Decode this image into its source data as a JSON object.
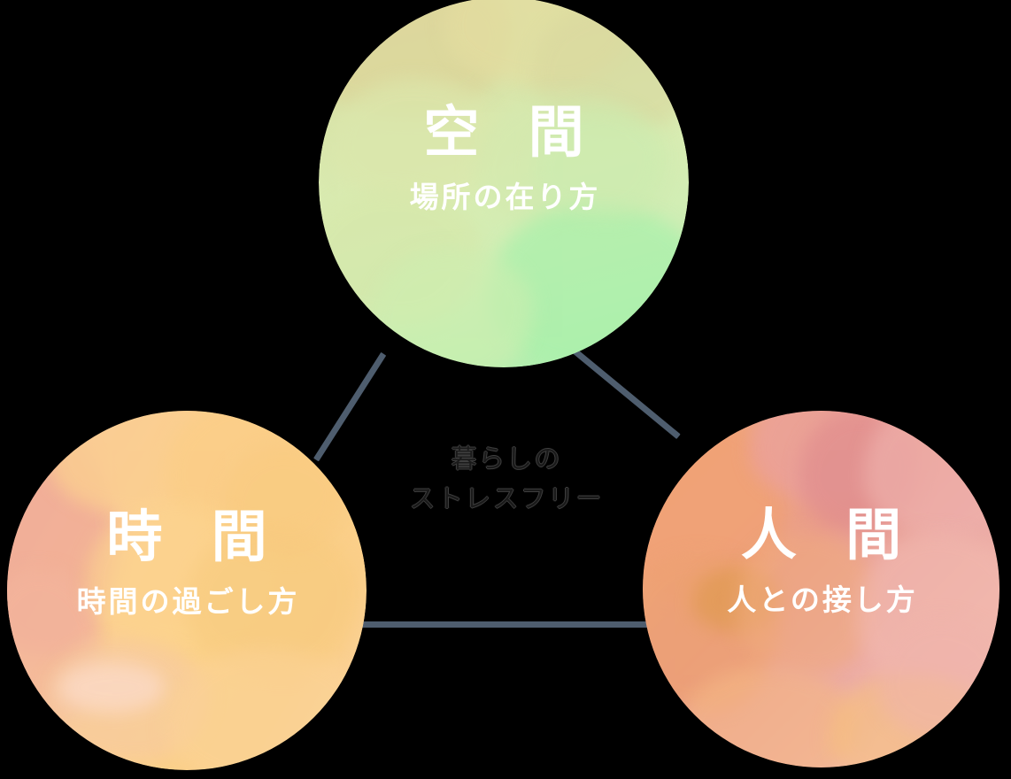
{
  "diagram": {
    "background_color": "#000000",
    "connector_color": "#4e5d6e",
    "center_caption": {
      "line1": "暮らしの",
      "line2": "ストレスフリー"
    },
    "nodes": [
      {
        "id": "space",
        "title": "空 間",
        "subtitle": "場所の在り方",
        "accent_color": "#cfe8a8",
        "text_color": "#ffffff",
        "position": "top"
      },
      {
        "id": "time",
        "title": "時 間",
        "subtitle": "時間の過ごし方",
        "accent_color": "#fbd08c",
        "text_color": "#ffffff",
        "position": "bottom-left"
      },
      {
        "id": "people",
        "title": "人 間",
        "subtitle": "人との接し方",
        "accent_color": "#efa branch",
        "text_color": "#ffffff",
        "position": "bottom-right"
      }
    ],
    "connectors": [
      {
        "from": "space",
        "to": "time"
      },
      {
        "from": "space",
        "to": "people"
      },
      {
        "from": "time",
        "to": "people"
      }
    ]
  }
}
